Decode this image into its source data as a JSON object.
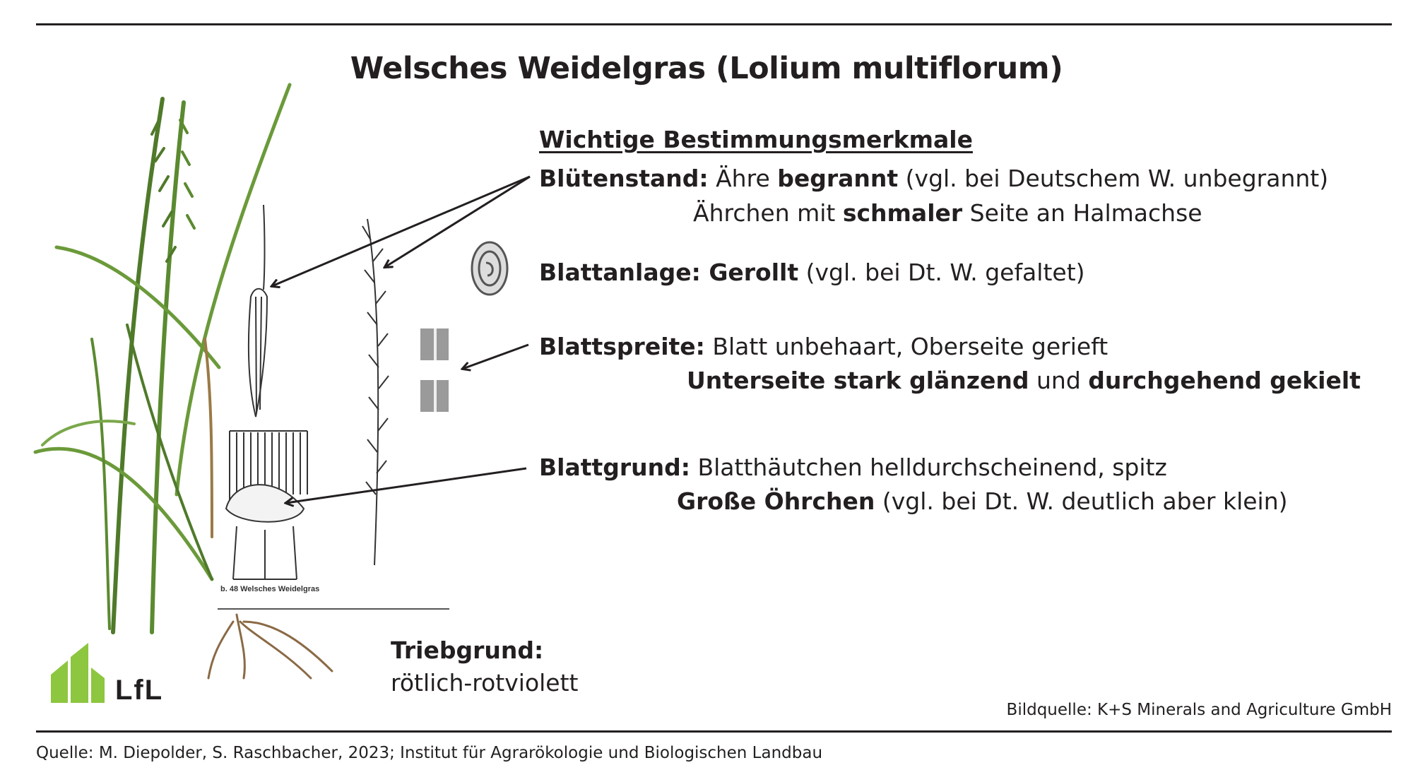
{
  "title": "Welsches Weidelgras (Lolium multiflorum)",
  "heading": "Wichtige Bestimmungsmerkmale",
  "bluetenstand": {
    "label": "Blütenstand:",
    "line1_a": "Ähre ",
    "line1_b": "begrannt",
    "line1_c": " (vgl. bei Deutschem W. unbegrannt)",
    "line2_a": "Ährchen mit ",
    "line2_b": "schmaler",
    "line2_c": " Seite an Halmachse"
  },
  "blattanlage": {
    "label": "Blattanlage:",
    "value_bold": " Gerollt",
    "value_rest": " (vgl. bei Dt. W. gefaltet)"
  },
  "blattspreite": {
    "label": "Blattspreite:",
    "line1": " Blatt unbehaart, Oberseite gerieft",
    "line2_a": "Unterseite stark glänzend",
    "line2_b": " und ",
    "line2_c": "durchgehend gekielt"
  },
  "blattgrund": {
    "label": "Blattgrund:",
    "line1": " Blatthäutchen helldurchscheinend, spitz",
    "line2_a": "Große Öhrchen",
    "line2_b": " (vgl. bei Dt. W. deutlich aber klein)"
  },
  "triebgrund": {
    "label": "Triebgrund:",
    "value": "rötlich-rotviolett"
  },
  "figure_caption": "b. 48 Welsches Weidelgras",
  "logo": {
    "text": "LfL",
    "color": "#8dc63f"
  },
  "bildquelle": "Bildquelle: K+S Minerals and Agriculture GmbH",
  "quelle": "Quelle: M. Diepolder, S. Raschbacher, 2023; Institut für Agrarökologie und Biologischen Landbau",
  "colors": {
    "text": "#231f20",
    "grass": "#4f7a2a",
    "root": "#8a6a45"
  }
}
